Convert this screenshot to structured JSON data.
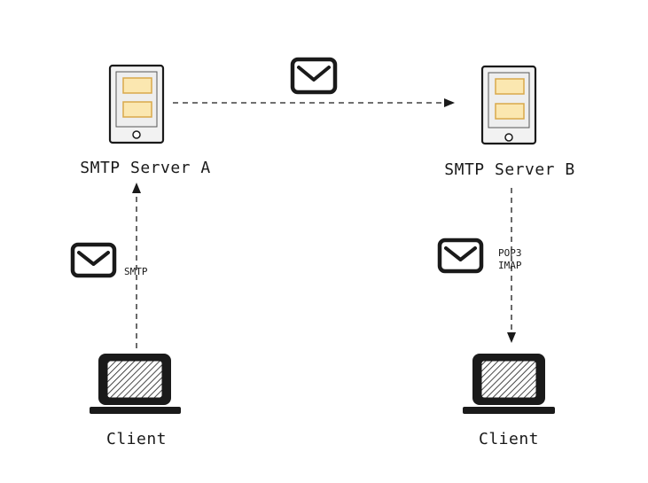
{
  "nodes": {
    "server_a": {
      "label": "SMTP Server A"
    },
    "server_b": {
      "label": "SMTP Server B"
    },
    "client_a": {
      "label": "Client"
    },
    "client_b": {
      "label": "Client"
    }
  },
  "edges": {
    "client_to_server_a": {
      "label": "SMTP"
    },
    "server_b_to_client": {
      "label_line1": "POP3",
      "label_line2": "IMAP"
    }
  },
  "icons": [
    "server-icon",
    "envelope-icon",
    "laptop-icon"
  ],
  "colors": {
    "stroke": "#1a1a1a",
    "device_fill": "#f2f2f2",
    "panel_fill": "#fbe7b0",
    "panel_stroke": "#d9a84a"
  }
}
